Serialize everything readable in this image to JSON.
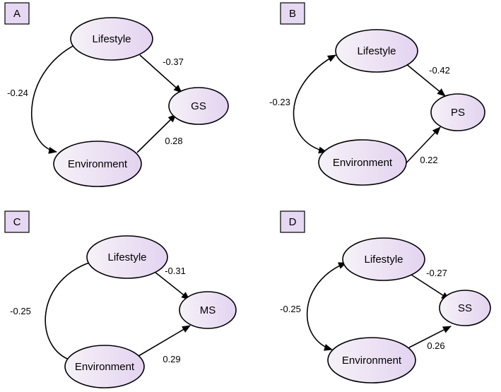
{
  "panels": [
    {
      "label": "A",
      "nodes": {
        "lifestyle": "Lifestyle",
        "environment": "Environment",
        "outcome": "GS"
      },
      "coefficients": {
        "correlation": "-0.24",
        "lifestyle_to_outcome": "-0.37",
        "environment_to_outcome": "0.28"
      }
    },
    {
      "label": "B",
      "nodes": {
        "lifestyle": "Lifestyle",
        "environment": "Environment",
        "outcome": "PS"
      },
      "coefficients": {
        "correlation": "-0.23",
        "lifestyle_to_outcome": "-0.42",
        "environment_to_outcome": "0.22"
      }
    },
    {
      "label": "C",
      "nodes": {
        "lifestyle": "Lifestyle",
        "environment": "Environment",
        "outcome": "MS"
      },
      "coefficients": {
        "correlation": "-0.25",
        "lifestyle_to_outcome": "-0.31",
        "environment_to_outcome": "0.29"
      }
    },
    {
      "label": "D",
      "nodes": {
        "lifestyle": "Lifestyle",
        "environment": "Environment",
        "outcome": "SS"
      },
      "coefficients": {
        "correlation": "-0.25",
        "lifestyle_to_outcome": "-0.27",
        "environment_to_outcome": "0.26"
      }
    }
  ],
  "colors": {
    "node_fill_start": "#f6f2f8",
    "node_fill_end": "#e3d3f0",
    "label_box_fill": "#e6d8f2",
    "stroke": "#000000"
  }
}
